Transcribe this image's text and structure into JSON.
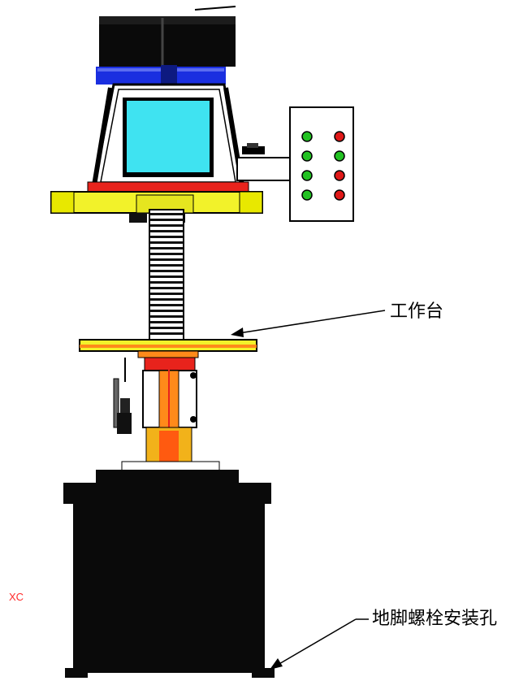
{
  "labels": {
    "worktable": "工作台",
    "anchor_bolt_hole": "地脚螺栓安装孔",
    "axis": "XC"
  },
  "control_panel": {
    "indicator_lights": [
      {
        "color": "#22c222"
      },
      {
        "color": "#e01818"
      },
      {
        "color": "#22c222"
      },
      {
        "color": "#22c222"
      },
      {
        "color": "#22c222"
      },
      {
        "color": "#e01818"
      },
      {
        "color": "#22c222"
      },
      {
        "color": "#e01818"
      }
    ]
  },
  "colors": {
    "machine_black": "#0a0a0a",
    "screen_cyan": "#3fe3f1",
    "blue_band": "#1a2fe0",
    "yellow": "#f2f22a",
    "red": "#e8231c",
    "orange": "#ff8a1a"
  }
}
